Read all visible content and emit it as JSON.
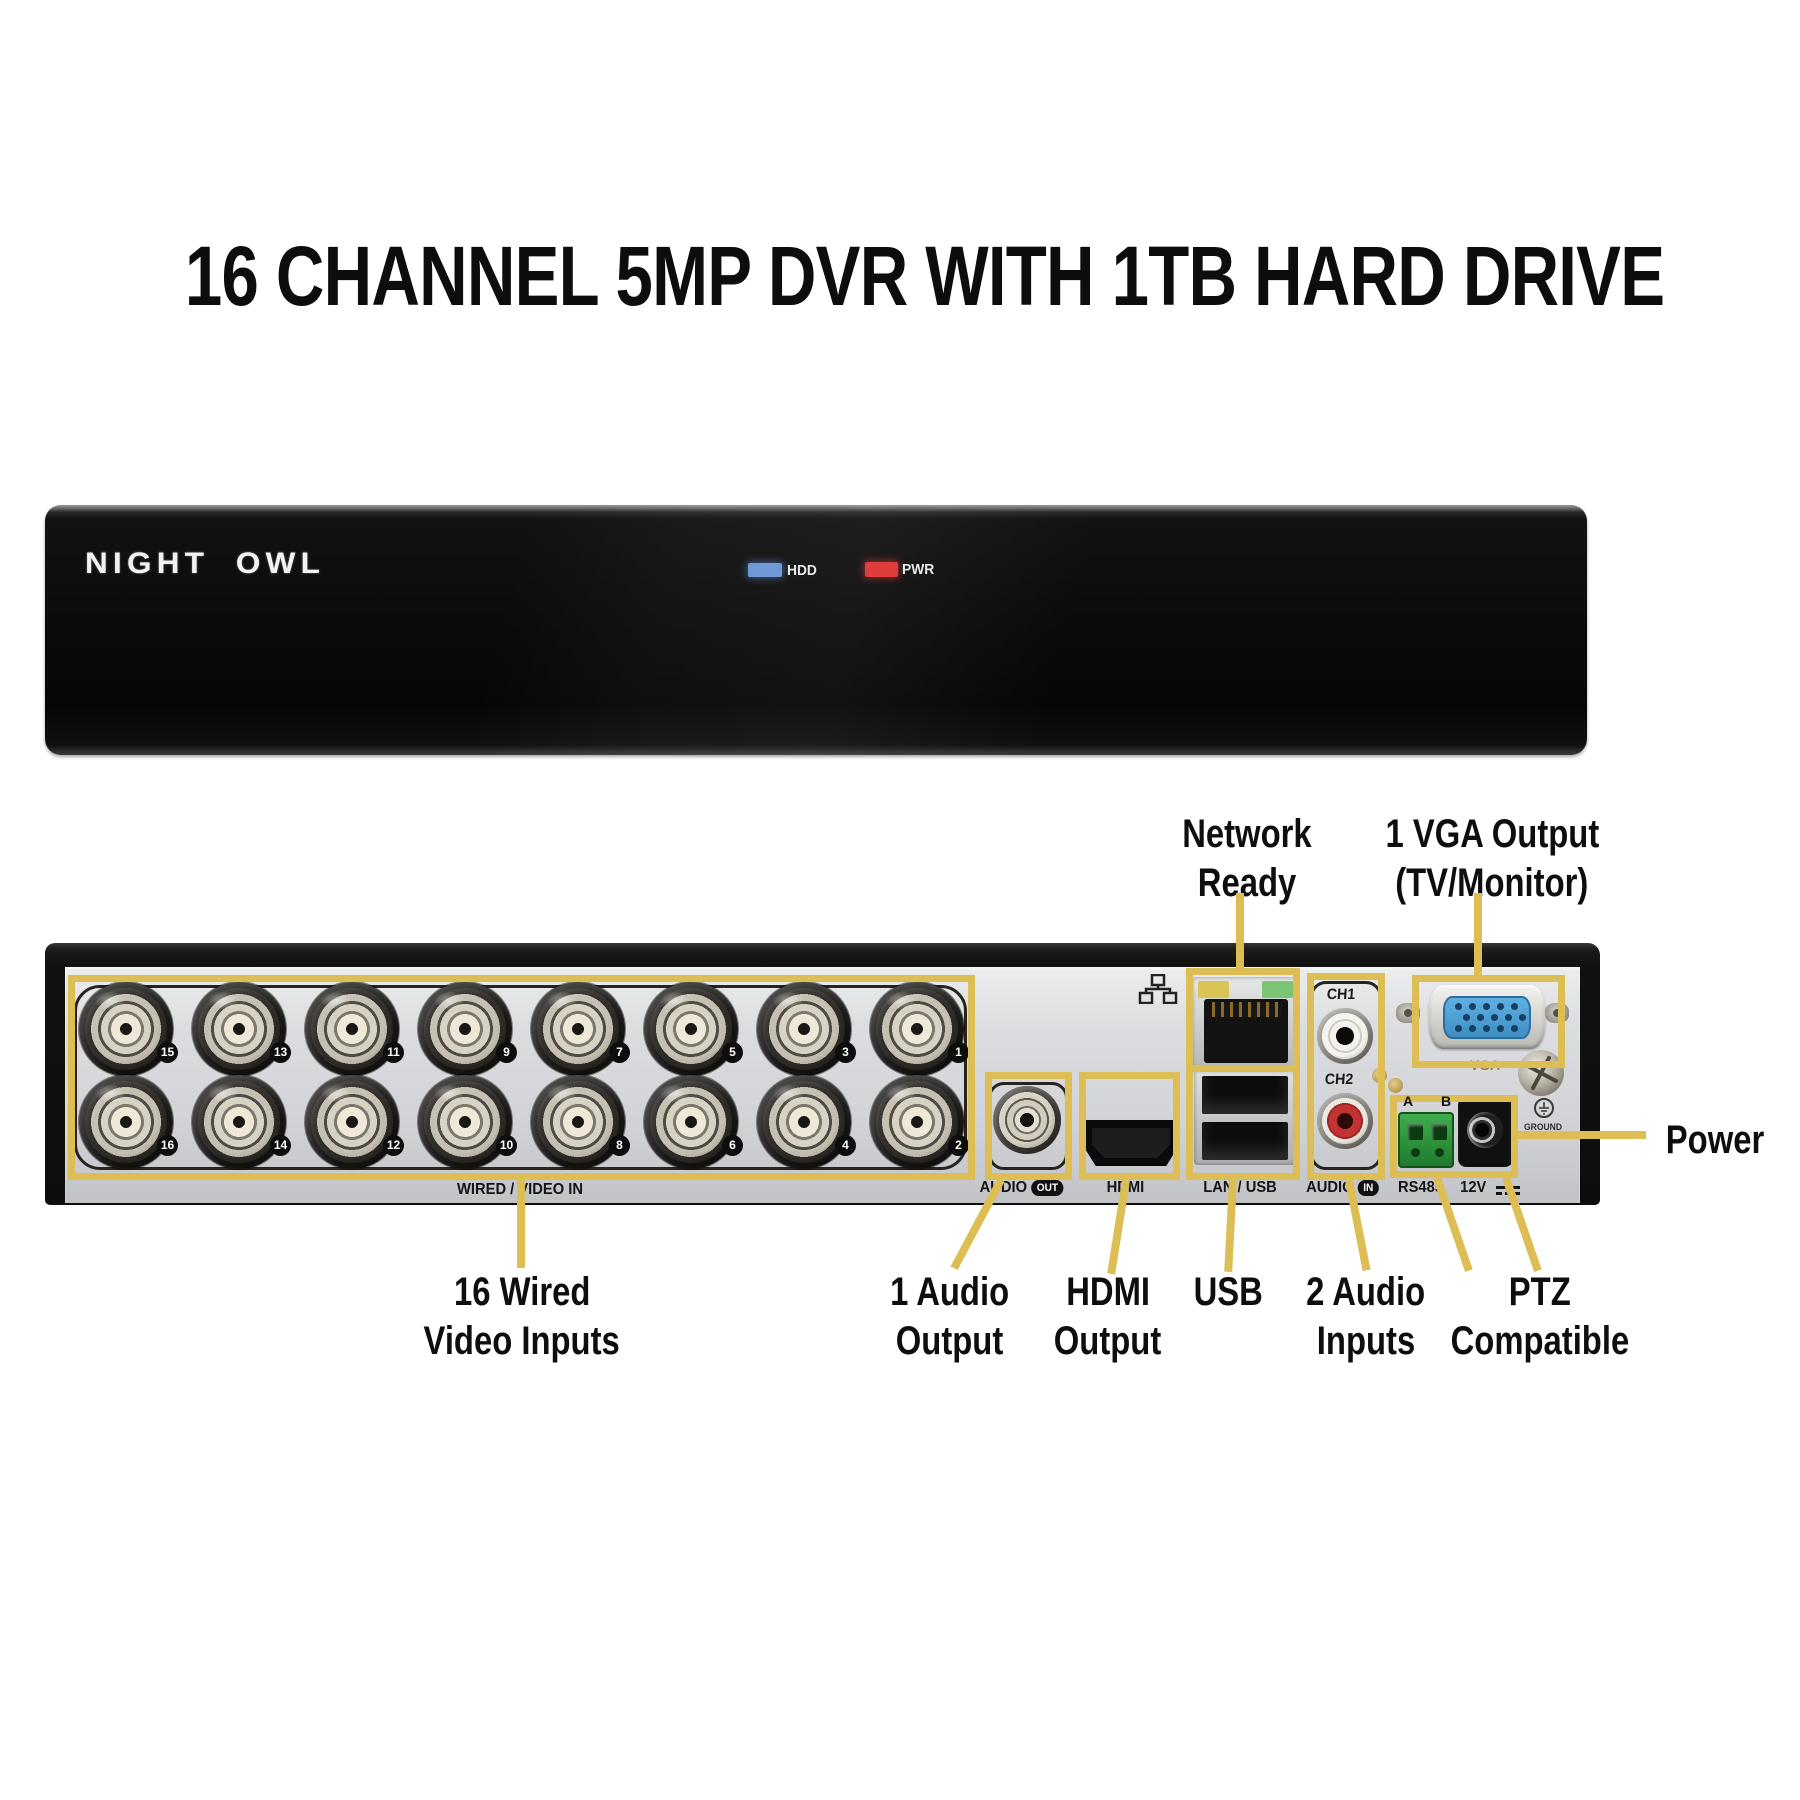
{
  "title": "16 CHANNEL 5MP DVR WITH 1TB HARD DRIVE",
  "front_panel": {
    "brand": "NIGHT OWL",
    "leds": [
      {
        "label": "HDD",
        "color": "#7099d8"
      },
      {
        "label": "PWR",
        "color": "#e03c3c"
      }
    ]
  },
  "back_panel": {
    "bnc": {
      "label": "WIRED / VIDEO IN",
      "top_row_numbers": [
        "15",
        "13",
        "11",
        "9",
        "7",
        "5",
        "3",
        "1"
      ],
      "bottom_row_numbers": [
        "16",
        "14",
        "12",
        "10",
        "8",
        "6",
        "4",
        "2"
      ]
    },
    "port_labels": {
      "audio_out": "AUDIO",
      "audio_out_badge": "OUT",
      "hdmi": "HDMI",
      "lan_usb": "LAN / USB",
      "audio_in": "AUDIO",
      "audio_in_badge": "IN",
      "rs485": "RS485",
      "power": "12V",
      "ch1": "CH1",
      "ch2": "CH2",
      "terminal_a": "A",
      "terminal_b": "B",
      "ground": "GROUND",
      "vga": "VGA"
    }
  },
  "annotations": {
    "network_line1": "Network",
    "network_line2": "Ready",
    "vga_line1": "1 VGA Output",
    "vga_line2": "(TV/Monitor)",
    "power": "Power",
    "wired_line1": "16 Wired",
    "wired_line2": "Video Inputs",
    "audio_out_line1": "1 Audio",
    "audio_out_line2": "Output",
    "hdmi_line1": "HDMI",
    "hdmi_line2": "Output",
    "usb_line1": "USB",
    "audio_in_line1": "2 Audio",
    "audio_in_line2": "Inputs",
    "ptz_line1": "PTZ",
    "ptz_line2": "Compatible"
  },
  "colors": {
    "accent": "#DDBE55",
    "led_hdd": "#7099d8",
    "led_pwr": "#E03C3C",
    "vga_blue": "#4A9ED6",
    "rs485_green": "#2F9E3F",
    "panel_face": "#D6D7DA",
    "panel_black": "#0D0D0D"
  }
}
